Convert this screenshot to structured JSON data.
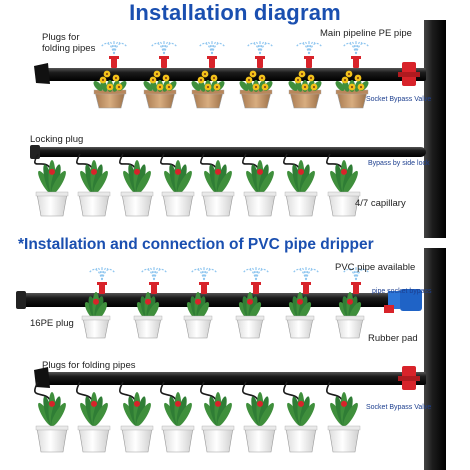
{
  "title": "Installation diagram",
  "subtitle": "*Installation and connection of PVC pipe dripper",
  "labels": {
    "plugs_folding_top": "Plugs for\nfolding pipes",
    "main_pipeline": "Main pipeline PE pipe",
    "socket_bypass_valve_1": "Socket Bypass Valve",
    "locking_plug": "Locking plug",
    "bypass_side_lock": "Bypass by side lock",
    "capillary": "4/7 capillary",
    "pvc_pipe": "PVC pipe available",
    "pipe_socket_bypass": "pipe socket bypass",
    "plug_16pe": "16PE plug",
    "rubber_pad": "Rubber pad",
    "plugs_folding_bottom": "Plugs for folding pipes",
    "socket_bypass_valve_2": "Socket Bypass Valve"
  },
  "colors": {
    "title_blue": "#1a4fb0",
    "pipe_black": "#1b1b1b",
    "valve_red": "#d8232a",
    "pot_tan": "#c89a6c",
    "pot_white": "#f2f2f2",
    "leaf_green": "#3f8f3c",
    "flower_yellow": "#f4c21a",
    "flower_red": "#d8232a",
    "spray_blue": "#8fc6ef",
    "valve_blue": "#1f63c6"
  },
  "icons": {
    "end_plug": "folding-plug-icon",
    "valve": "red-bypass-valve-icon",
    "dripper": "red-dripper-icon",
    "sprinkler": "spray-nozzle-icon"
  }
}
